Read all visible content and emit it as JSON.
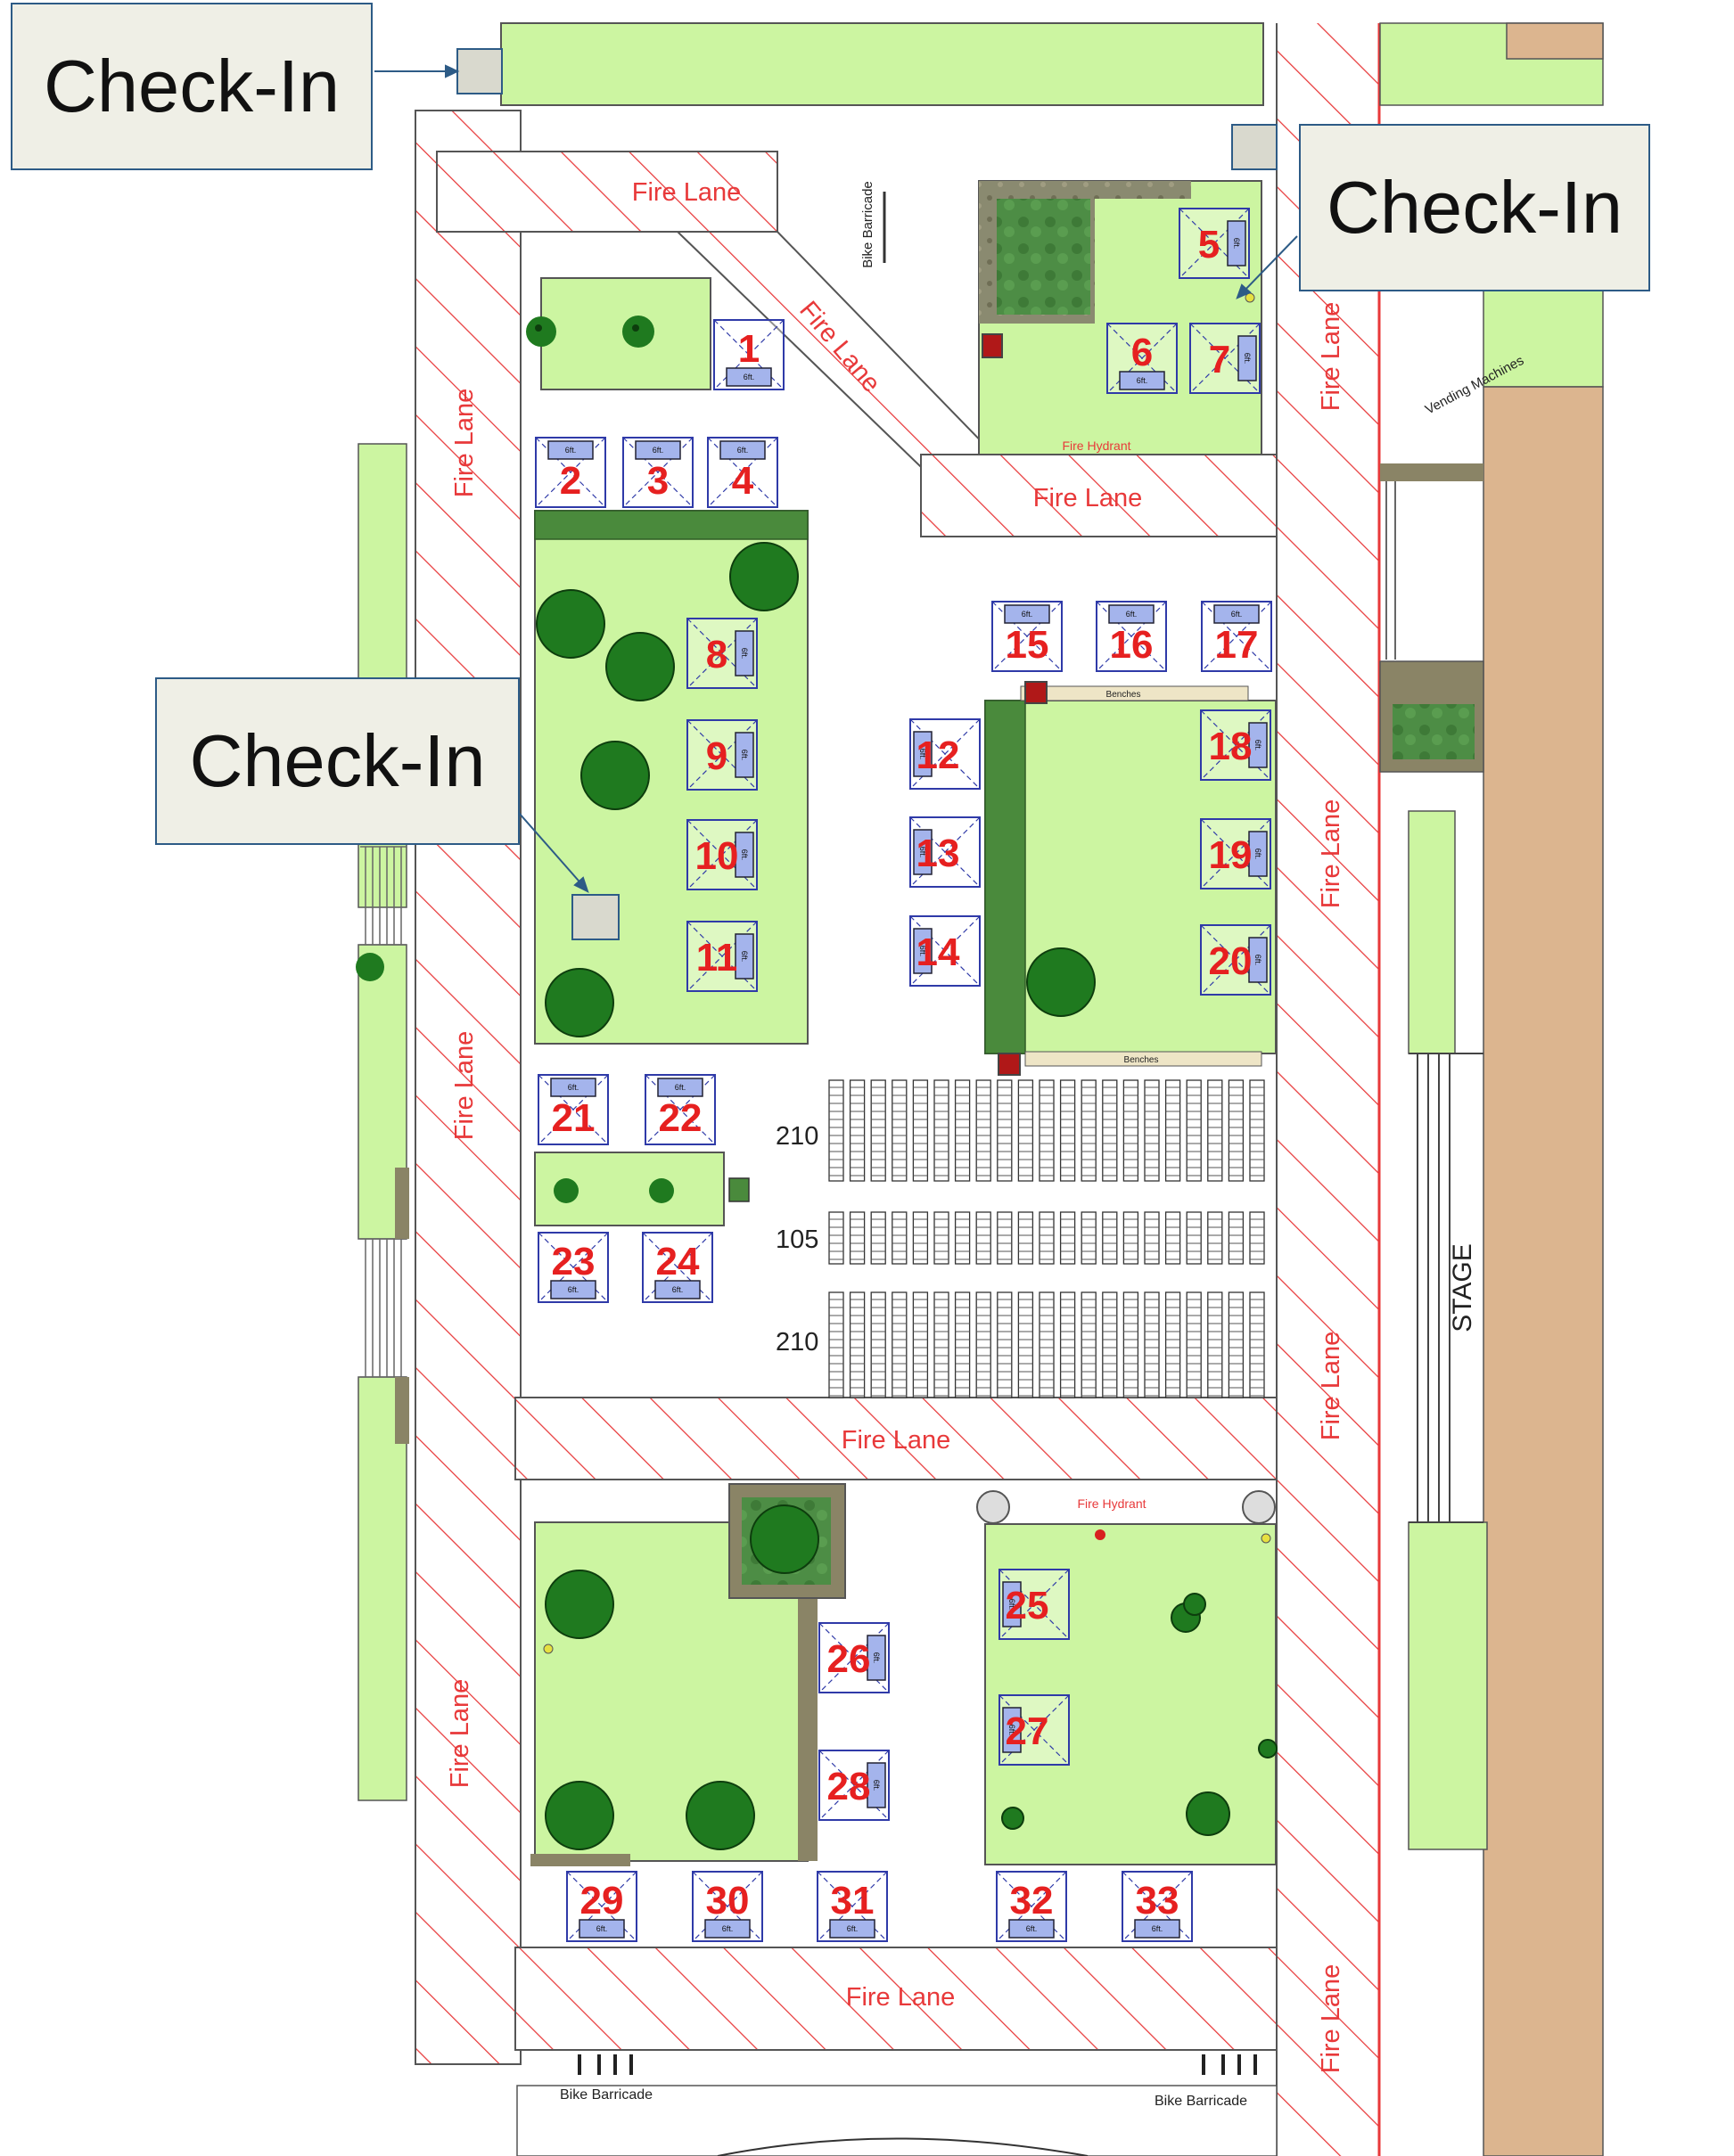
{
  "colors": {
    "grass": "#ccf5a1",
    "fire_lane_hatch": "#e8393a",
    "booth_number": "#e62020",
    "booth_box": "#2f3aa8",
    "table": "#a4b4ec",
    "hedge": "#4a8a3c",
    "stage": "#dcb58f",
    "callout_border": "#2d5b86",
    "callout_fill": "#efefe6"
  },
  "callouts": {
    "top_left": "Check-In",
    "top_right": "Check-In",
    "middle_left": "Check-In"
  },
  "labels": {
    "fire_lane": "Fire Lane",
    "fire_hydrant": "Fire Hydrant",
    "bike_barricade": "Bike Barricade",
    "benches": "Benches",
    "vending_machines": "Vending Machines",
    "stage": "STAGE",
    "table_size": "6ft."
  },
  "seating": {
    "row1": "210",
    "row2": "105",
    "row3": "210"
  },
  "booths": [
    "1",
    "2",
    "3",
    "4",
    "5",
    "6",
    "7",
    "8",
    "9",
    "10",
    "11",
    "12",
    "13",
    "14",
    "15",
    "16",
    "17",
    "18",
    "19",
    "20",
    "21",
    "22",
    "23",
    "24",
    "25",
    "26",
    "27",
    "28",
    "29",
    "30",
    "31",
    "32",
    "33"
  ]
}
